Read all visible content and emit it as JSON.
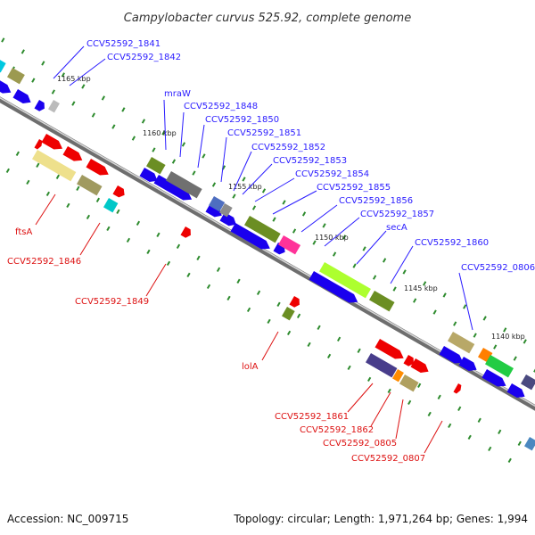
{
  "title": "Campylobacter curvus 525.92, complete genome",
  "footer": {
    "accession": "Accession: NC_009715",
    "summary": "Topology: circular; Length: 1,971,264 bp; Genes: 1,994"
  },
  "colors": {
    "backbone": "#8c8c8c",
    "forward_label": "#2a1cff",
    "reverse_label": "#dd1111",
    "cds_forward": "#1a00ee",
    "cds_reverse": "#ee0000",
    "dots": "#2e8b2e"
  },
  "scale_ticks": [
    "1165 kbp",
    "1160 kbp",
    "1155 kbp",
    "1150 kbp",
    "1145 kbp",
    "1140 kbp"
  ],
  "forward_labels": [
    "CCV52592_1841",
    "CCV52592_1842",
    "mraW",
    "CCV52592_1848",
    "CCV52592_1850",
    "CCV52592_1851",
    "CCV52592_1852",
    "CCV52592_1853",
    "CCV52592_1854",
    "CCV52592_1855",
    "CCV52592_1856",
    "CCV52592_1857",
    "secA",
    "CCV52592_1860",
    "CCV52592_0806"
  ],
  "reverse_labels": [
    "ftsA",
    "CCV52592_1846",
    "CCV52592_1849",
    "lolA",
    "CCV52592_1861",
    "CCV52592_1862",
    "CCV52592_0805",
    "CCV52592_0807"
  ]
}
